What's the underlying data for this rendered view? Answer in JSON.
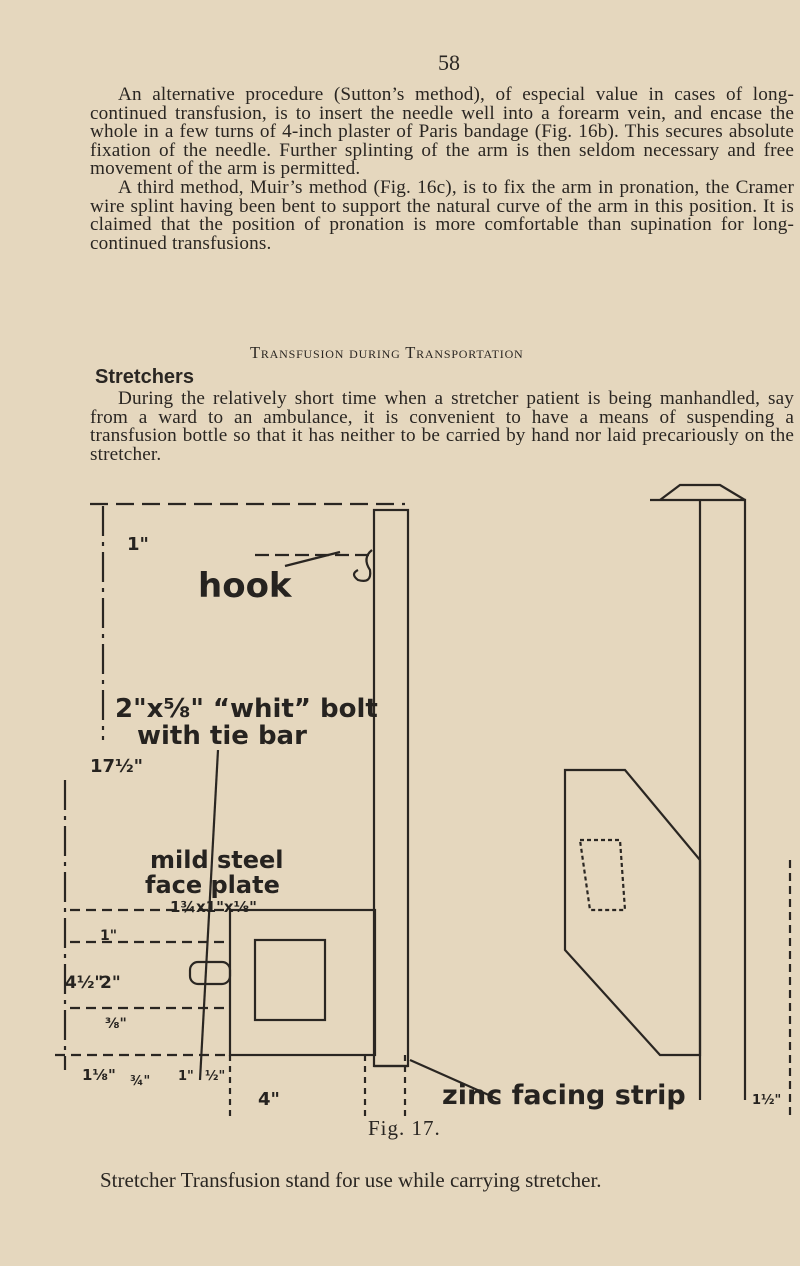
{
  "page_number": "58",
  "paragraphs": [
    "An alternative procedure (Sutton’s method), of especial value in cases of long-continued transfusion, is to insert the needle well into a forearm vein, and encase the whole in a few turns of 4-inch plaster of Paris bandage (Fig. 16b). This secures absolute fixation of the needle. Further splinting of the arm is then seldom necessary and free movement of the arm is permitted.",
    "A third method, Muir’s method (Fig. 16c), is to fix the arm in pronation, the Cramer wire splint having been bent to support the natural curve of the arm in this position. It is claimed that the position of pronation is more comfortable than supination for long-continued transfusions."
  ],
  "section_heading": "Transfusion during Transportation",
  "subheading": "Stretchers",
  "paragraph_stretchers": "During the relatively short time when a stretcher patient is being manhandled, say from a ward to an ambulance, it is convenient to have a means of suspending a transfusion bottle so that it has neither to be carried by hand nor laid precariously on the stretcher.",
  "figure": {
    "labels": {
      "top_gap": "1\"",
      "hook": "hook",
      "bolt_line1": "2\"x⅝\" “whit” bolt",
      "bolt_line2": "with tie bar",
      "height": "17½\"",
      "plate_line1": "mild steel",
      "plate_line2": "face plate",
      "plate_size": "1¾x1\"x⅛\"",
      "dim_1": "1\"",
      "dim_4half": "4½\"",
      "dim_2": "2\"",
      "dim_3_8": "⅜\"",
      "dim_1_1_8": "1⅛\"",
      "dim_3_4": "¾\"",
      "dim_1b": "1\"",
      "dim_half": "½\"",
      "dim_4": "4\"",
      "zinc": "zinc facing strip",
      "dim_1half": "1½\""
    },
    "number": "Fig. 17.",
    "caption": "Stretcher Transfusion stand for use while carrying stretcher."
  }
}
